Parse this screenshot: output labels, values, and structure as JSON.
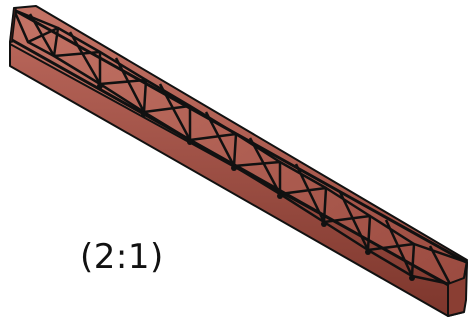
{
  "figure": {
    "subject": "truss-beam",
    "scale_label": "(2:1)",
    "panel_count": 10
  },
  "colors": {
    "body": "#a8584c",
    "body_dark": "#6b2b22",
    "top_face": "#b8685a",
    "outline": "#111111",
    "label": "#111111"
  }
}
